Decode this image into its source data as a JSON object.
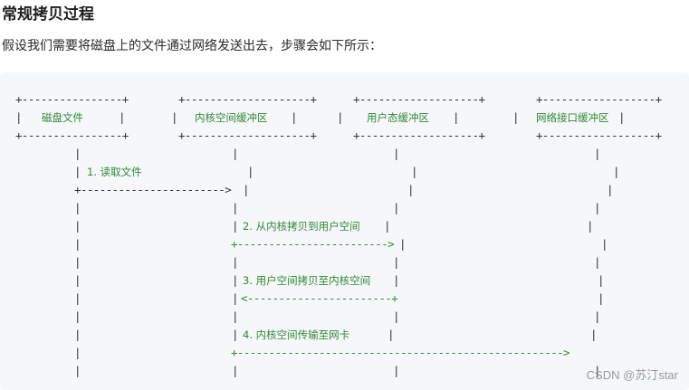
{
  "title": "常规拷贝过程",
  "intro": "假设我们需要将磁盘上的文件通过网络发送出去，步骤会如下所示：",
  "boxes": [
    {
      "top": "+----------------+",
      "mid": "|",
      "label": "磁盘文件",
      "mid_end": "|",
      "bottom": "+----------------+"
    },
    {
      "top": "+--------------------+",
      "mid": "|",
      "label": "内核空间缓冲区",
      "mid_end": "|",
      "bottom": "+--------------------+"
    },
    {
      "top": "+-------------------+",
      "mid": "|",
      "label": "用户态缓冲区",
      "mid_end": "|",
      "bottom": "+-------------------+"
    },
    {
      "top": "+------------------+",
      "mid": "|",
      "label": "网络接口缓冲区",
      "mid_end": "|",
      "bottom": "+------------------+"
    }
  ],
  "steps": [
    {
      "label": "1. 读取文件",
      "arrow": "+----------------------->"
    },
    {
      "label": "2. 从内核拷贝到用户空间",
      "arrow": "+------------------------>"
    },
    {
      "label": "3. 用户空间拷贝至内核空间",
      "arrow": "<-----------------------+"
    },
    {
      "label": "4. 内核空间传输至网卡",
      "arrow": "+---------------------------------------------------->"
    }
  ],
  "pipe": "|",
  "watermark": "CSDN @苏汀star",
  "colors": {
    "background": "#f6f7f9",
    "green_text": "#2f8a3a",
    "text": "#333333"
  }
}
